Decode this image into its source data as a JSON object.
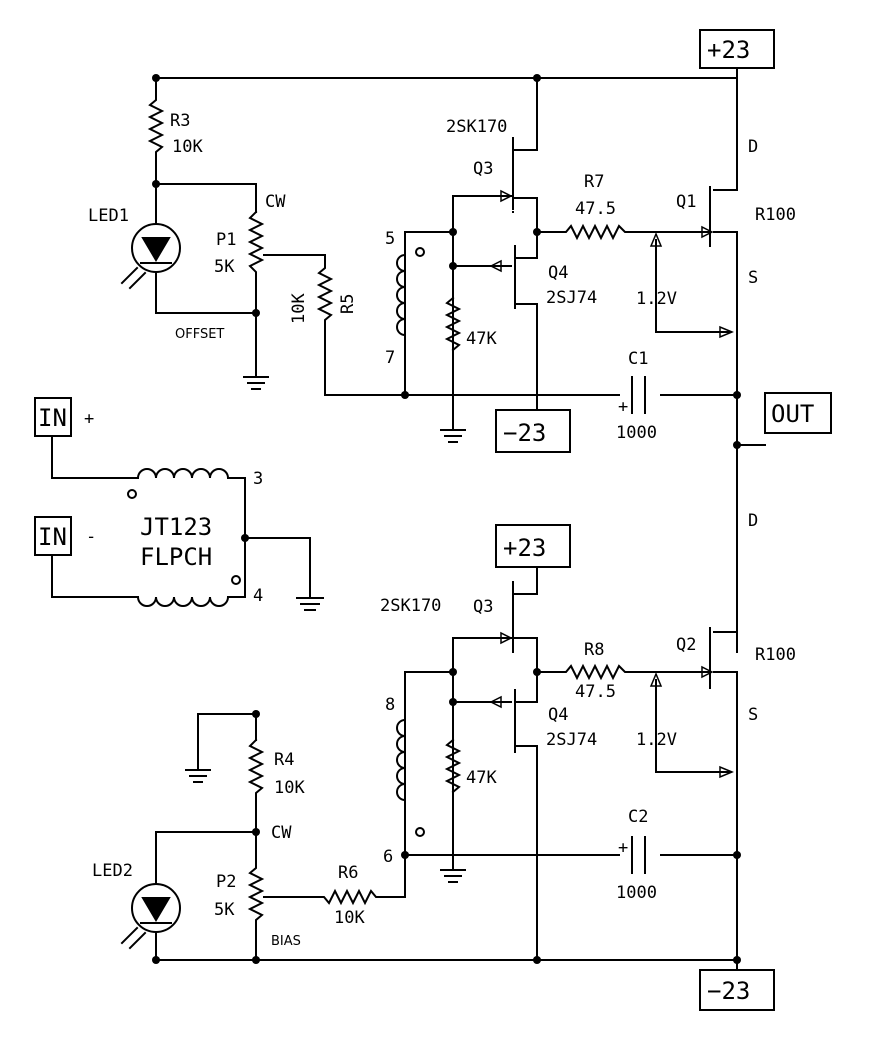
{
  "rails": {
    "top_positive": "+23",
    "top_negative": "−23",
    "mid_positive": "+23",
    "bottom_negative": "−23"
  },
  "output": {
    "label": "OUT"
  },
  "inputs": {
    "in_pos_label": "IN",
    "in_pos_sign": "+",
    "in_neg_label": "IN",
    "in_neg_sign": "-"
  },
  "transformer": {
    "name": "JT123",
    "model": "FLPCH",
    "pin_top": "3",
    "pin_bottom": "4"
  },
  "upper": {
    "r3": {
      "ref": "R3",
      "value": "10K"
    },
    "led": {
      "ref": "LED1"
    },
    "pot": {
      "ref": "P1",
      "value": "5K",
      "cw": "CW",
      "function": "OFFSET"
    },
    "r5": {
      "ref": "R5",
      "value": "10K"
    },
    "coil_pin_top": "5",
    "coil_pin_bottom": "7",
    "jfet_n": {
      "ref": "Q3",
      "part": "2SK170"
    },
    "jfet_p": {
      "ref": "Q4",
      "part": "2SJ74"
    },
    "r_47k": "47K",
    "r7": {
      "ref": "R7",
      "value": "47.5"
    },
    "mosfet": {
      "ref": "Q1",
      "part": "R100",
      "drain": "D",
      "source": "S"
    },
    "vgs": "1.2V",
    "cap": {
      "ref": "C1",
      "value": "1000",
      "polarity": "+"
    }
  },
  "lower": {
    "r4": {
      "ref": "R4",
      "value": "10K"
    },
    "led": {
      "ref": "LED2"
    },
    "pot": {
      "ref": "P2",
      "value": "5K",
      "cw": "CW",
      "function": "BIAS"
    },
    "r6": {
      "ref": "R6",
      "value": "10K"
    },
    "coil_pin_top": "8",
    "coil_pin_bottom": "6",
    "jfet_n": {
      "ref": "Q3",
      "part": "2SK170"
    },
    "jfet_p": {
      "ref": "Q4",
      "part": "2SJ74"
    },
    "r_47k": "47K",
    "r8": {
      "ref": "R8",
      "value": "47.5"
    },
    "mosfet": {
      "ref": "Q2",
      "part": "R100",
      "drain": "D",
      "source": "S"
    },
    "vgs": "1.2V",
    "cap": {
      "ref": "C2",
      "value": "1000",
      "polarity": "+"
    }
  }
}
